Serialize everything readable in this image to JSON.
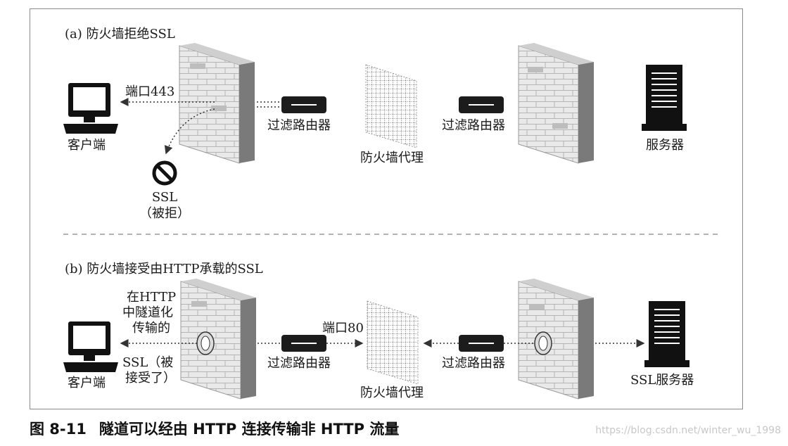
{
  "panel_a": {
    "title": "(a) 防火墙拒绝SSL",
    "client_label": "客户端",
    "port_label": "端口443",
    "router_left": "过滤路由器",
    "proxy_label": "防火墙代理",
    "router_right": "过滤路由器",
    "server_label": "服务器",
    "ssl_rejected_line1": "SSL",
    "ssl_rejected_line2": "（被拒）"
  },
  "panel_b": {
    "title": "(b) 防火墙接受由HTTP承载的SSL",
    "client_label": "客户端",
    "tunnel_line1": "在HTTP",
    "tunnel_line2": "中隧道化",
    "tunnel_line3": "传输的",
    "ssl_accepted_line1": "SSL（被",
    "ssl_accepted_line2": "接受了）",
    "port_label": "端口80",
    "router_left": "过滤路由器",
    "proxy_label": "防火墙代理",
    "router_right": "过滤路由器",
    "server_label": "SSL服务器"
  },
  "caption": {
    "figure_no": "图 8-11",
    "text": "隧道可以经由 HTTP 连接传输非 HTTP 流量"
  },
  "watermark": "https://blog.csdn.net/winter_wu_1998"
}
